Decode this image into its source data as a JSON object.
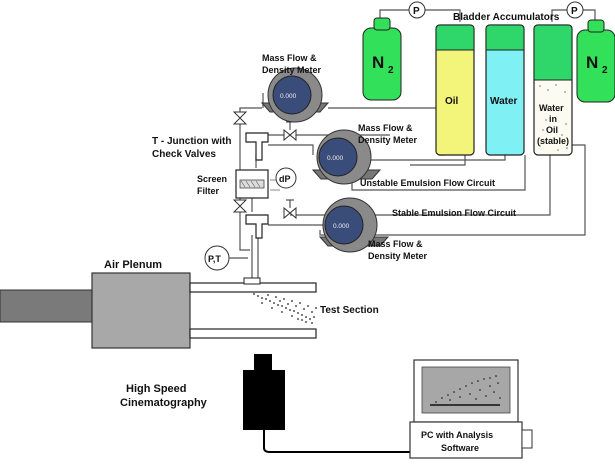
{
  "labels": {
    "bladder_accumulators": "Bladder Accumulators",
    "n2": "N",
    "n2_sub": "2",
    "oil": "Oil",
    "water": "Water",
    "water_in_oil_1": "Water",
    "water_in_oil_2": "in",
    "water_in_oil_3": "Oil",
    "water_in_oil_4": "(stable)",
    "pressure": "P",
    "mass_flow_1": "Mass Flow &",
    "density_meter": "Density Meter",
    "meter_reading": "0.000",
    "t_junction_1": "T - Junction with",
    "t_junction_2": "Check Valves",
    "screen_filter_1": "Screen",
    "screen_filter_2": "Filter",
    "dp": "dP",
    "unstable_circuit": "Unstable Emulsion Flow Circuit",
    "stable_circuit": "Stable Emulsion Flow Circuit",
    "pt": "P,T",
    "air_plenum": "Air Plenum",
    "test_section": "Test Section",
    "hsc_1": "High Speed",
    "hsc_2": "Cinematography",
    "pc_1": "PC with Analysis",
    "pc_2": "Software"
  }
}
